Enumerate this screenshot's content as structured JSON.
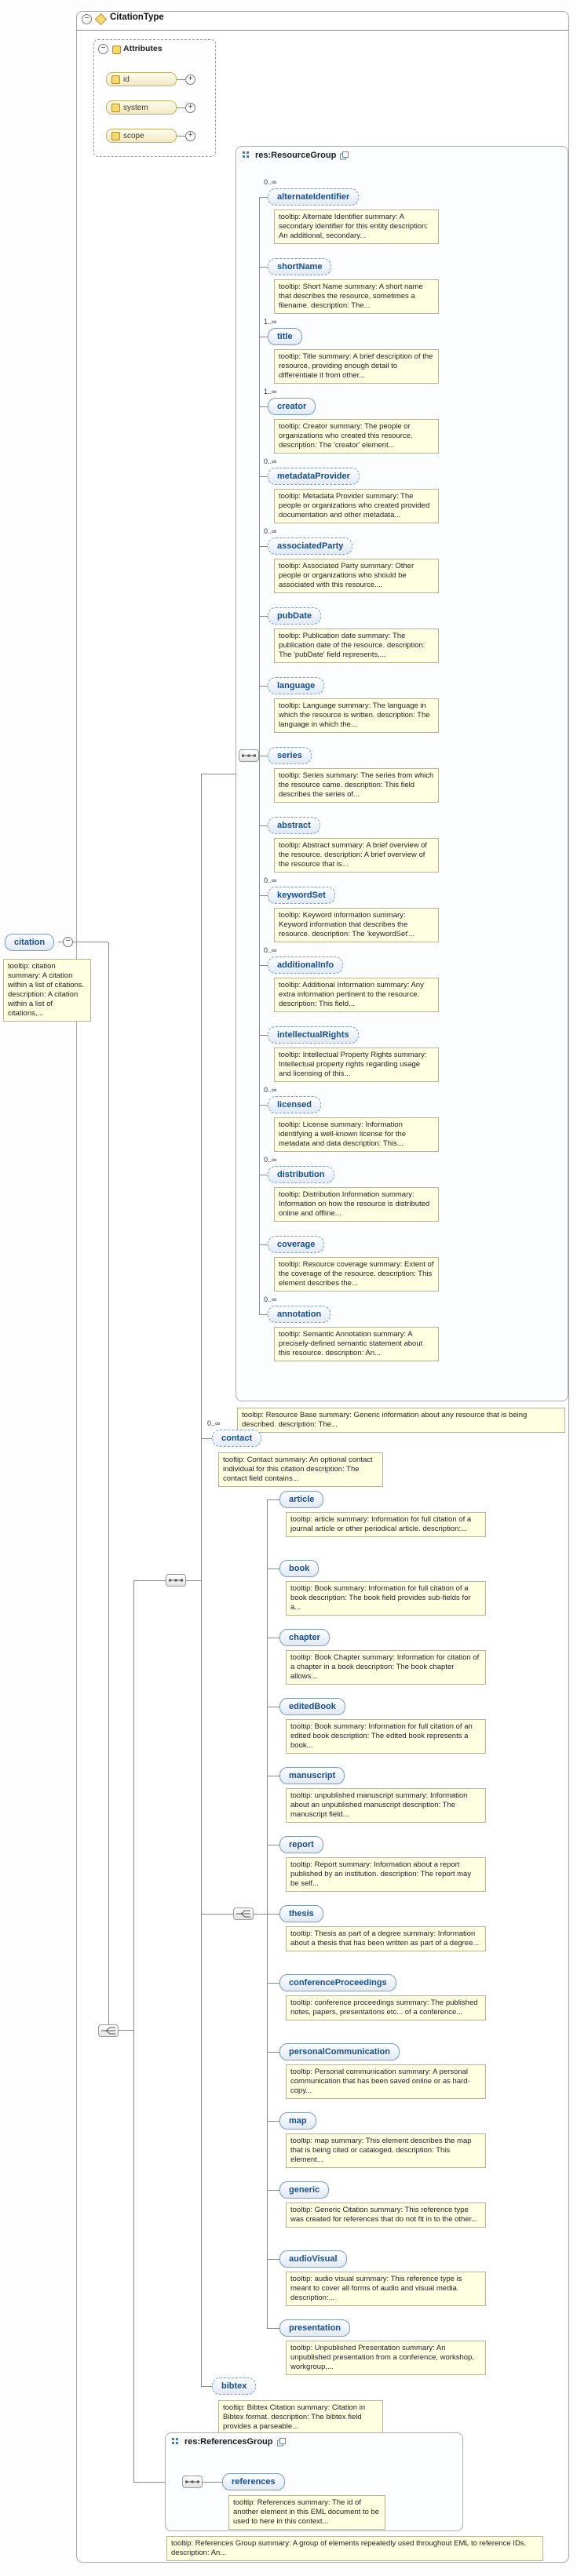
{
  "window": {
    "type_name": "CitationType"
  },
  "icons": {
    "collapse": "−",
    "expand": "+"
  },
  "colors": {
    "element_text": "#174E8C",
    "element_border": "#7E9CC8",
    "tooltip_bg": "#FFFFE1",
    "attribute_fill": "#F2E8C0",
    "line": "#8A8A8A"
  },
  "attributes_box": {
    "title": "Attributes",
    "items": [
      {
        "name": "id"
      },
      {
        "name": "system"
      },
      {
        "name": "scope"
      }
    ]
  },
  "root_element": {
    "label": "citation",
    "tooltip": "tooltip: citation summary: A citation within a list of citations. description: A citation within a list of citations,..."
  },
  "resource_group": {
    "label": "res:ResourceGroup",
    "tooltip": "tooltip: Resource Base summary: Generic information about any resource that is being described. description: The...",
    "items": [
      {
        "label": "alternateIdentifier",
        "cardinality": "0..∞",
        "optional": true,
        "tooltip": "tooltip: Alternate Identifier summary: A secondary identifier for this entity description: An additional, secondary..."
      },
      {
        "label": "shortName",
        "optional": true,
        "tooltip": "tooltip: Short Name summary: A short name that describes the resource, sometimes a filename. description: The..."
      },
      {
        "label": "title",
        "cardinality": "1..∞",
        "optional": false,
        "tooltip": "tooltip: Title summary: A brief description of the resource, providing enough detail to differentiate it from other..."
      },
      {
        "label": "creator",
        "cardinality": "1..∞",
        "optional": false,
        "tooltip": "tooltip: Creator summary: The people or organizations who created this resource. description: The 'creator' element..."
      },
      {
        "label": "metadataProvider",
        "cardinality": "0..∞",
        "optional": true,
        "tooltip": "tooltip: Metadata Provider summary: The people or organizations who created provided documentation and other metadata..."
      },
      {
        "label": "associatedParty",
        "cardinality": "0..∞",
        "optional": true,
        "tooltip": "tooltip: Associated Party summary: Other people or organizations who should be associated with this resource...."
      },
      {
        "label": "pubDate",
        "optional": true,
        "tooltip": "tooltip: Publication date summary: The publication date of the resource. description: The 'pubDate' field represents,..."
      },
      {
        "label": "language",
        "optional": true,
        "tooltip": "tooltip: Language summary: The language in which the resource is written. description: The language in which the..."
      },
      {
        "label": "series",
        "optional": true,
        "tooltip": "tooltip: Series summary: The series from which the resource came. description: This field describes the series of..."
      },
      {
        "label": "abstract",
        "optional": true,
        "tooltip": "tooltip: Abstract summary: A brief overview of the resource. description: A brief overview of the resource that is..."
      },
      {
        "label": "keywordSet",
        "cardinality": "0..∞",
        "optional": true,
        "tooltip": "tooltip: Keyword information summary: Keyword information that describes the resource. description: The 'keywordSet'..."
      },
      {
        "label": "additionalInfo",
        "cardinality": "0..∞",
        "optional": true,
        "tooltip": "tooltip: Additional Information summary: Any extra information pertinent to the resource. description: This field..."
      },
      {
        "label": "intellectualRights",
        "optional": true,
        "tooltip": "tooltip: Intellectual Property Rights summary: Intellectual property rights regarding usage and licensing of this..."
      },
      {
        "label": "licensed",
        "cardinality": "0..∞",
        "optional": true,
        "tooltip": "tooltip: License summary: Information identifying a well-known license for the metadata and data description: This..."
      },
      {
        "label": "distribution",
        "cardinality": "0..∞",
        "optional": true,
        "tooltip": "tooltip: Distribution Information summary: Information on how the resource is distributed online and offline..."
      },
      {
        "label": "coverage",
        "optional": true,
        "tooltip": "tooltip: Resource coverage summary: Extent of the coverage of the resource. description: This element describes the..."
      },
      {
        "label": "annotation",
        "cardinality": "0..∞",
        "optional": true,
        "tooltip": "tooltip: Semantic Annotation summary: A precisely-defined semantic statement about this resource. description: An..."
      }
    ]
  },
  "contact": {
    "label": "contact",
    "cardinality": "0..∞",
    "tooltip": "tooltip: Contact summary: An optional contact individual for this citation description: The contact field contains..."
  },
  "publication_types": {
    "items": [
      {
        "label": "article",
        "tooltip": "tooltip: article summary: Information for full citation of a journal article or other periodical article. description:..."
      },
      {
        "label": "book",
        "tooltip": "tooltip: Book summary: Information for full citation of a book description: The book field provides sub-fields for a..."
      },
      {
        "label": "chapter",
        "tooltip": "tooltip: Book Chapter summary: Information for citation of a chapter in a book description: The book chapter allows..."
      },
      {
        "label": "editedBook",
        "tooltip": "tooltip: Book summary: Information for full citation of an edited book description: The edited book represents a book..."
      },
      {
        "label": "manuscript",
        "tooltip": "tooltip: unpublished manuscript summary: Information about an unpublished manuscript description: The manuscript field..."
      },
      {
        "label": "report",
        "tooltip": "tooltip: Report summary: Information about a report published by an institution. description: The report may be self..."
      },
      {
        "label": "thesis",
        "tooltip": "tooltip: Thesis as part of a degree summary: Information about a thesis that has been written as part of a degree..."
      },
      {
        "label": "conferenceProceedings",
        "tooltip": "tooltip: conference proceedings summary: The published notes, papers, presentations etc... of a conference..."
      },
      {
        "label": "personalCommunication",
        "tooltip": "tooltip: Personal communication summary: A personal communication that has been saved online or as hard-copy..."
      },
      {
        "label": "map",
        "tooltip": "tooltip: map summary: This element describes the map that is being cited or cataloged. description: This element..."
      },
      {
        "label": "generic",
        "tooltip": "tooltip: Generic Citation summary: This reference type was created for references that do not fit in to the other..."
      },
      {
        "label": "audioVisual",
        "tooltip": "tooltip: audio visual summary: This reference type is meant to cover all forms of audio and visual media. description:..."
      },
      {
        "label": "presentation",
        "tooltip": "tooltip: Unpublished Presentation summary: An unpublished presentation from a conference, workshop, workgroup,..."
      }
    ]
  },
  "bibtex": {
    "label": "bibtex",
    "tooltip": "tooltip: Bibtex Citation summary: Citation in Bibtex format. description: The bibtex field provides a parseable..."
  },
  "references_group": {
    "label": "res:ReferencesGroup",
    "tooltip": "tooltip: References Group summary: A group of elements repeatedly used throughout EML to reference IDs. description: An...",
    "reference_element": {
      "label": "references",
      "tooltip": "tooltip: References summary: The id of another element in this EML document to be used to here in this context..."
    }
  }
}
